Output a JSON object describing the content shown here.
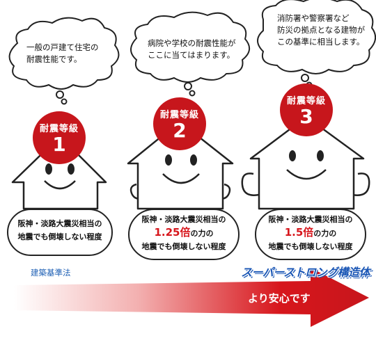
{
  "bubbles": [
    {
      "line1": "一般の戸建て住宅の",
      "line2": "耐震性能です。"
    },
    {
      "line1": "病院や学校の耐震性能が",
      "line2": "ここに当てはまります。"
    },
    {
      "line1": "消防署や警察署など",
      "line2": "防災の拠点となる建物が",
      "line3": "この基準に相当します。"
    }
  ],
  "badges": [
    {
      "label": "耐震等級",
      "number": "1"
    },
    {
      "label": "耐震等級",
      "number": "2"
    },
    {
      "label": "耐震等級",
      "number": "3"
    }
  ],
  "pills": [
    {
      "line1": "阪神・淡路大震災相当の",
      "line3": "地震でも倒壊しない程度"
    },
    {
      "line1": "阪神・淡路大震災相当の",
      "ratio": "1.25倍",
      "ratio_suffix": "の力の",
      "line3": "地震でも倒壊しない程度"
    },
    {
      "line1": "阪神・淡路大震災相当の",
      "ratio": "1.5倍",
      "ratio_suffix": "の力の",
      "line3": "地震でも倒壊しない程度"
    }
  ],
  "law_label": "建築基準法",
  "super_strong_label": "スーパーストロング構造体",
  "arrow_label": "より安心です",
  "colors": {
    "badge_red": "#c7161c",
    "arrow_red": "#d7161c",
    "blue": "#1d5fb4"
  }
}
